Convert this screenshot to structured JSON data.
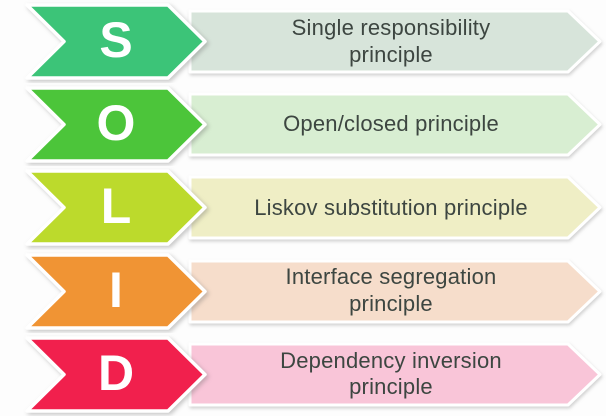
{
  "diagram": {
    "name": "SOLID principles arrow list",
    "colors": {
      "background": "#fdfdfd",
      "label_text": "#3d4641",
      "letter_text": "#ffffff",
      "shape_outline": "#ffffff"
    },
    "rows": [
      {
        "letter": "S",
        "label": "Single responsibility\nprinciple",
        "arrow_color": "#3cc478",
        "band_color": "#d7e4da"
      },
      {
        "letter": "O",
        "label": "Open/closed principle",
        "arrow_color": "#4cc53a",
        "band_color": "#d8eed2"
      },
      {
        "letter": "L",
        "label": "Liskov substitution principle",
        "arrow_color": "#bcda2c",
        "band_color": "#efeec5"
      },
      {
        "letter": "I",
        "label": "Interface segregation\nprinciple",
        "arrow_color": "#f09434",
        "band_color": "#f6ddcb"
      },
      {
        "letter": "D",
        "label": "Dependency inversion\nprinciple",
        "arrow_color": "#f1204d",
        "band_color": "#f9c5d8"
      }
    ]
  }
}
